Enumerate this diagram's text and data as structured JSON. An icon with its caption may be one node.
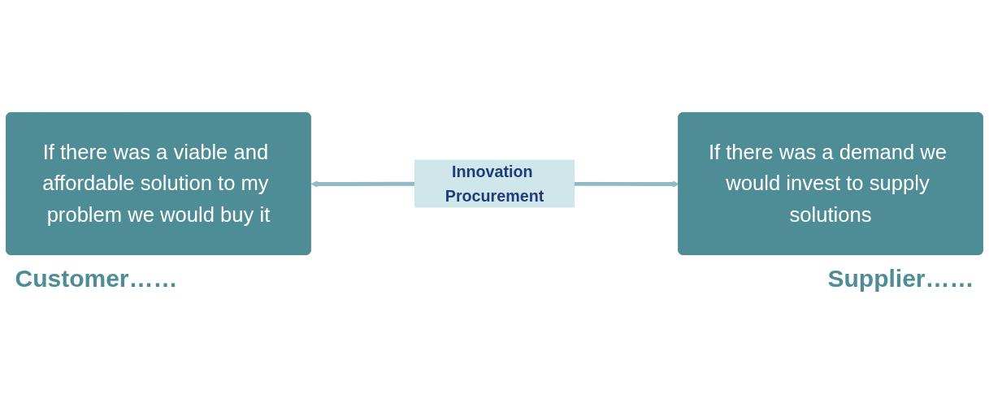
{
  "diagram": {
    "nodes": [
      {
        "text": [
          "If there was a viable and affordable solution to my problem we would buy it"
        ],
        "beside": [
          "Customer……"
        ]
      },
      {
        "text": [
          "If there was a demand we would invest to supply solutions"
        ],
        "beside": [
          "Supplier……"
        ]
      }
    ],
    "edges": [
      {
        "from": 0,
        "to": 1,
        "label": "Innovation Procurement",
        "arrow": "both"
      }
    ]
  }
}
